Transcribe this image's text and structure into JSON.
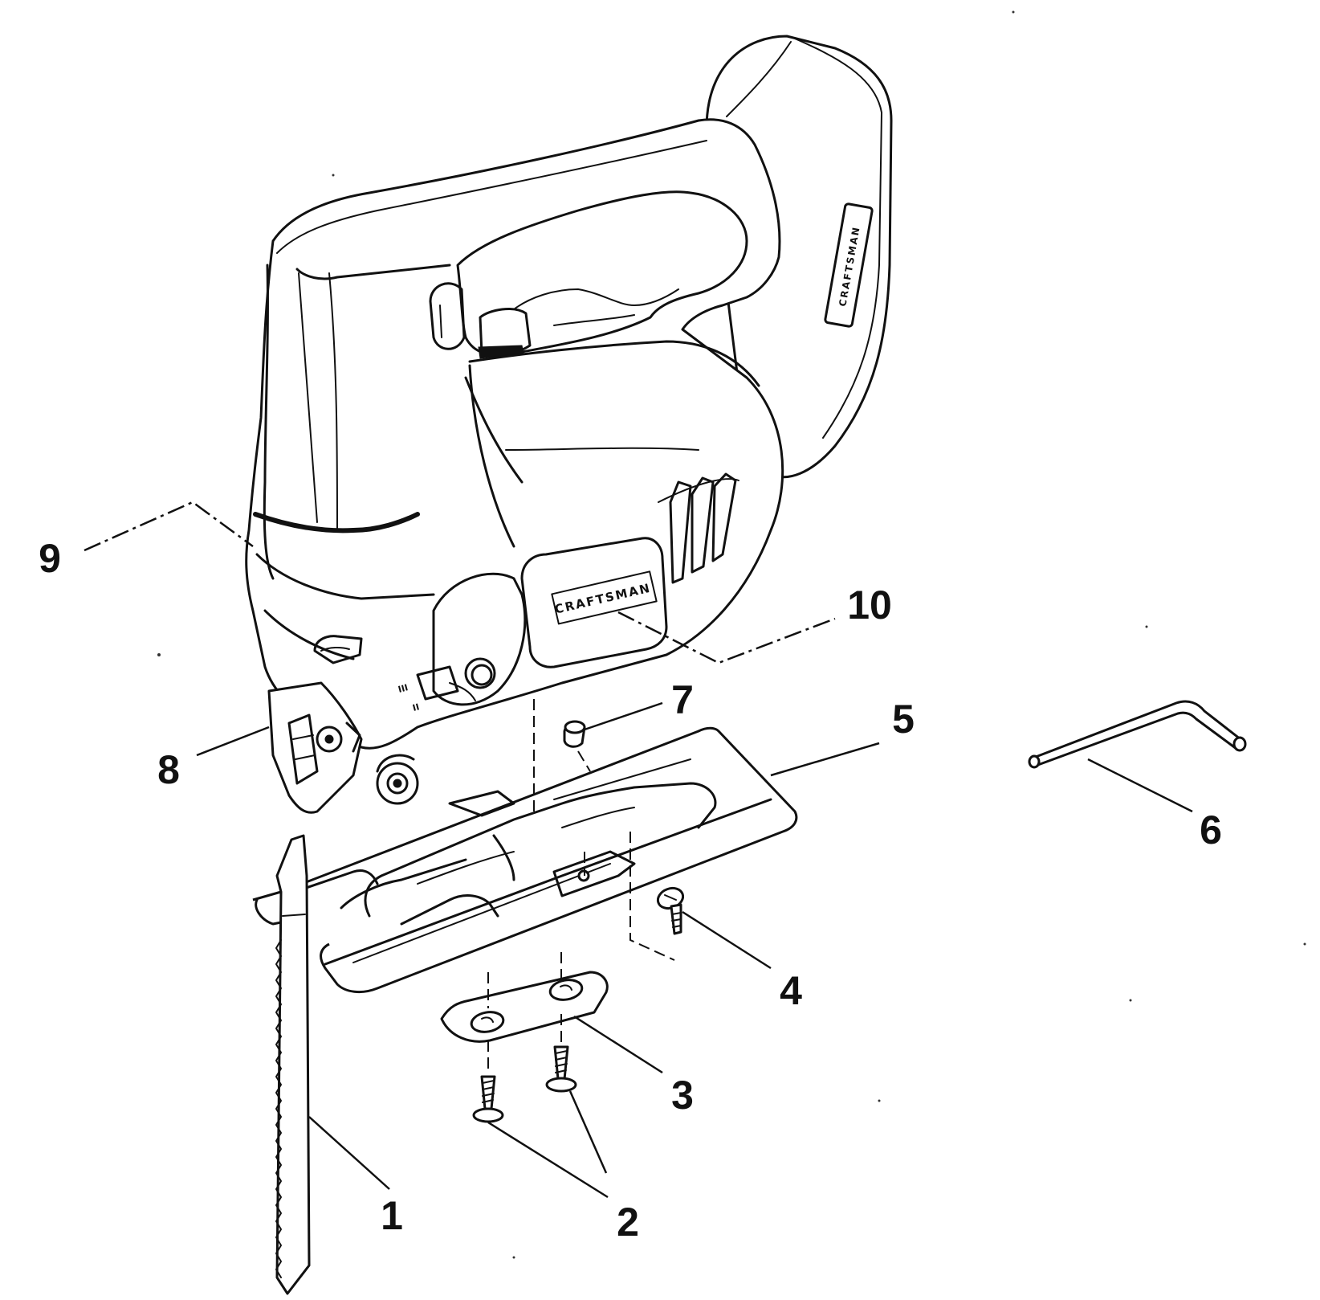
{
  "brand": {
    "handle_label": "CRAFTSMAN",
    "motor_label": "CRAFTSMAN"
  },
  "callouts": [
    {
      "id": "1",
      "label": "1"
    },
    {
      "id": "2",
      "label": "2"
    },
    {
      "id": "3",
      "label": "3"
    },
    {
      "id": "4",
      "label": "4"
    },
    {
      "id": "5",
      "label": "5"
    },
    {
      "id": "6",
      "label": "6"
    },
    {
      "id": "7",
      "label": "7"
    },
    {
      "id": "8",
      "label": "8"
    },
    {
      "id": "9",
      "label": "9"
    },
    {
      "id": "10",
      "label": "10"
    }
  ],
  "parts": {
    "1": "saw-blade",
    "2": "screws",
    "3": "clamp-plate",
    "4": "screw",
    "5": "base-shoe",
    "6": "hex-key",
    "7": "plug",
    "8": "blade-clamp",
    "9": "housing",
    "10": "nameplate"
  }
}
